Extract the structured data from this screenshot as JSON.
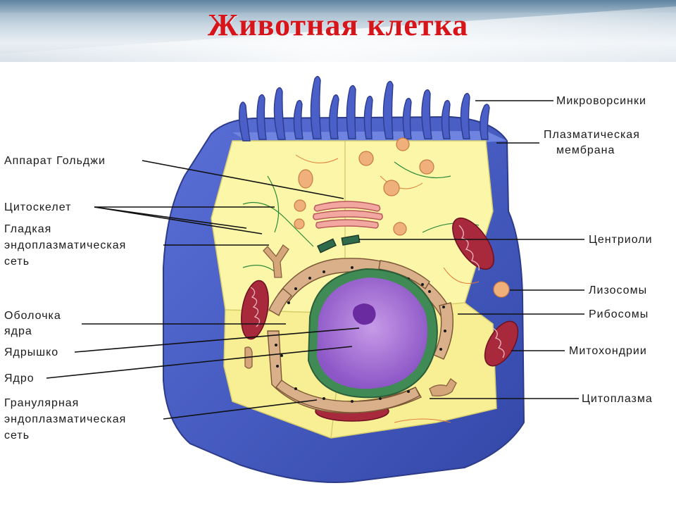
{
  "title": "Животная клетка",
  "labels": {
    "microvilli": "Микроворсинки",
    "plasma_membrane_1": "Плазматическая",
    "plasma_membrane_2": "мембрана",
    "golgi": "Аппарат Гольджи",
    "cytoskeleton": "Цитоскелет",
    "smooth_er_1": "Гладкая",
    "smooth_er_2": "эндоплазматическая",
    "smooth_er_3": "сеть",
    "centrioles": "Центриоли",
    "lysosomes": "Лизосомы",
    "ribosomes": "Рибосомы",
    "nuclear_envelope_1": "Оболочка",
    "nuclear_envelope_2": "ядра",
    "nucleolus": "Ядрышко",
    "nucleus": "Ядро",
    "mitochondria": "Митохондрии",
    "cytoplasm": "Цитоплазма",
    "rough_er_1": "Гранулярная",
    "rough_er_2": "эндоплазматическая",
    "rough_er_3": "сеть"
  },
  "colors": {
    "title": "#d7141a",
    "membrane_blue": "#4a5fc8",
    "cytoplasm_yellow": "#fbf6a8",
    "nucleus_purple": "#9a6ad0",
    "mitochondria_red": "#a8283c",
    "er_tan": "#c9a27a"
  }
}
